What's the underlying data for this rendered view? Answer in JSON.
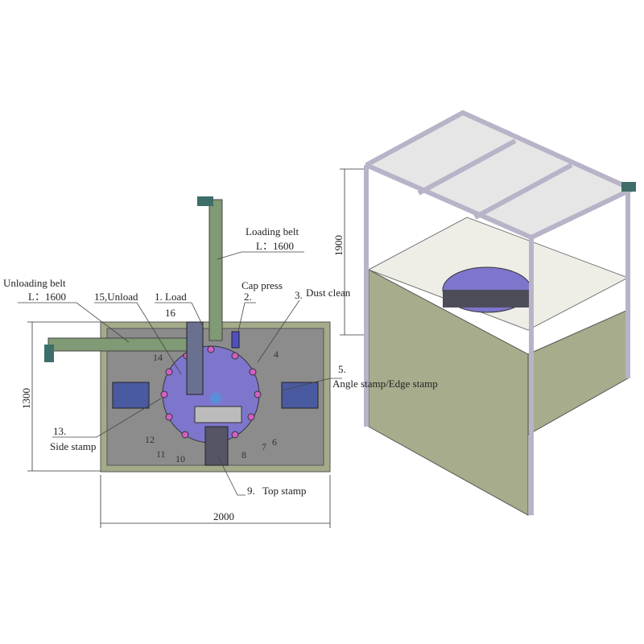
{
  "top_view": {
    "loading_belt": {
      "name": "Loading belt",
      "length": "L：1600"
    },
    "unloading_belt": {
      "name": "Unloading belt",
      "length": "L：1600"
    },
    "stations": [
      {
        "id": "1",
        "label": "1. Load"
      },
      {
        "id": "2",
        "label": "2.",
        "name": "Cap press"
      },
      {
        "id": "3",
        "label": "3.",
        "name": "Dust clean"
      },
      {
        "id": "4",
        "label": "4"
      },
      {
        "id": "5",
        "label": "5.",
        "name": "Angle stamp/Edge stamp"
      },
      {
        "id": "6",
        "label": "6"
      },
      {
        "id": "7",
        "label": "7"
      },
      {
        "id": "8",
        "label": "8"
      },
      {
        "id": "9",
        "label": "9.",
        "name": "Top stamp"
      },
      {
        "id": "10",
        "label": "10"
      },
      {
        "id": "11",
        "label": "11"
      },
      {
        "id": "12",
        "label": "12"
      },
      {
        "id": "13",
        "label": "13.",
        "name": "Side stamp"
      },
      {
        "id": "14",
        "label": "14"
      },
      {
        "id": "15",
        "label": "15,Unload"
      },
      {
        "id": "16",
        "label": "16"
      }
    ],
    "dimensions": {
      "width": "2000",
      "depth": "1300"
    }
  },
  "iso_view": {
    "dimensions": {
      "height": "1900"
    }
  },
  "colors": {
    "frame": "#a3ab8a",
    "plate": "#8c8c8c",
    "turntable": "#7d76cc",
    "belt": "#7f9a74",
    "cabinet_frame": "#b9b3c8",
    "cabinet_panel": "#a7ad8c"
  }
}
